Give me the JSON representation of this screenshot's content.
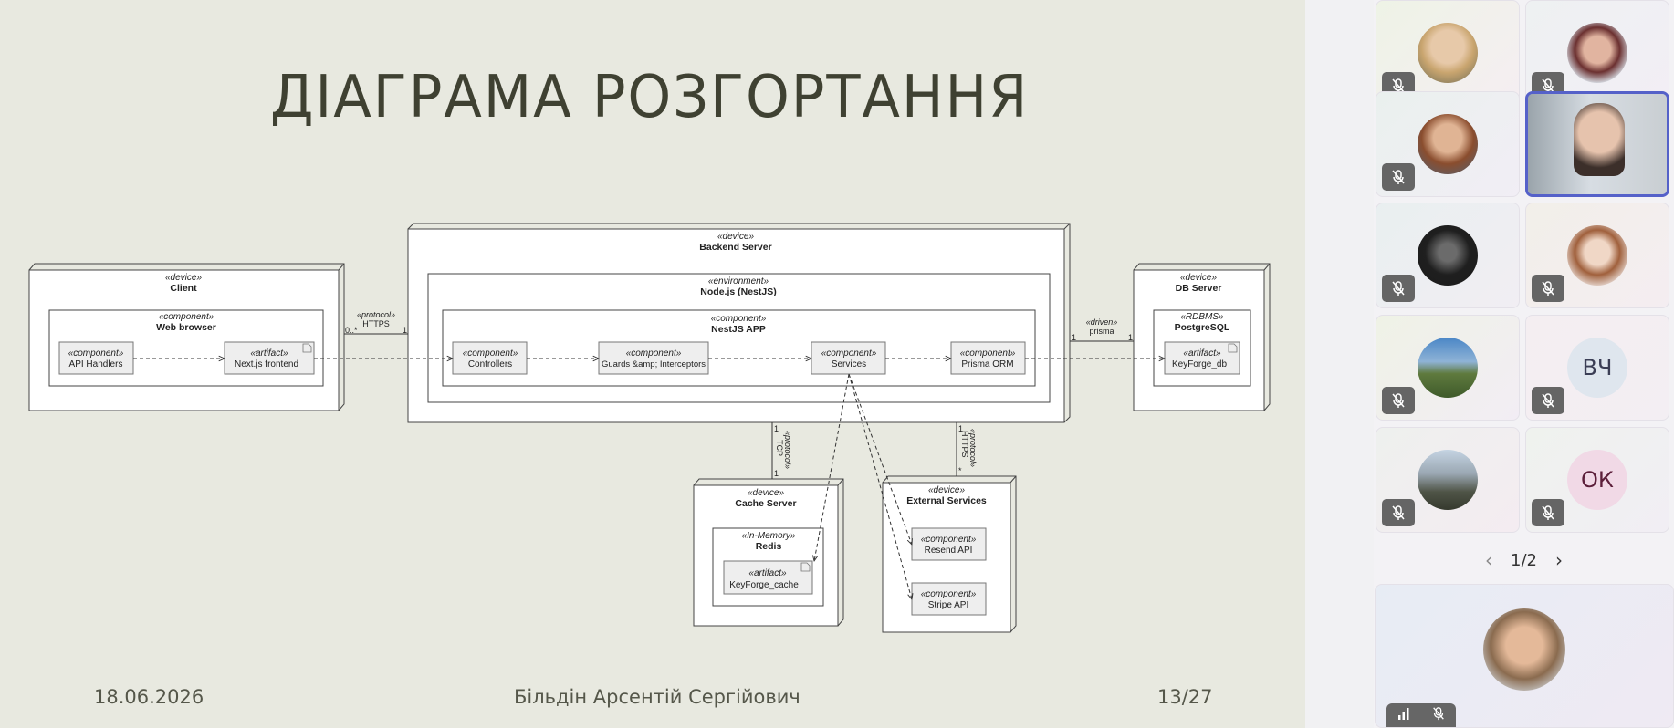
{
  "slide": {
    "title": "ДІАГРАМА РОЗГОРТАННЯ",
    "footer": {
      "date": "18.06.2026",
      "author": "Більдін Арсентій Сергійович",
      "page": "13/27"
    }
  },
  "diagram": {
    "client": {
      "stereo": "«device»",
      "name": "Client"
    },
    "web_browser": {
      "stereo": "«component»",
      "name": "Web browser"
    },
    "api_handlers": {
      "stereo": "«component»",
      "name": "API Handlers"
    },
    "nextjs": {
      "stereo": "«artifact»",
      "name": "Next.js frontend"
    },
    "backend": {
      "stereo": "«device»",
      "name": "Backend Server"
    },
    "nodejs": {
      "stereo": "«environment»",
      "name": "Node.js (NestJS)"
    },
    "nestjs_app": {
      "stereo": "«component»",
      "name": "NestJS APP"
    },
    "controllers": {
      "stereo": "«component»",
      "name": "Controllers"
    },
    "guards": {
      "stereo": "«component»",
      "name": "Guards &amp; Interceptors"
    },
    "services": {
      "stereo": "«component»",
      "name": "Services"
    },
    "prisma": {
      "stereo": "«component»",
      "name": "Prisma ORM"
    },
    "db_server": {
      "stereo": "«device»",
      "name": "DB Server"
    },
    "postgres": {
      "stereo": "«RDBMS»",
      "name": "PostgreSQL"
    },
    "keyforge_db": {
      "stereo": "«artifact»",
      "name": "KeyForge_db"
    },
    "cache_server": {
      "stereo": "«device»",
      "name": "Cache Server"
    },
    "redis": {
      "stereo": "«In-Memory»",
      "name": "Redis"
    },
    "keyforge_cache": {
      "stereo": "«artifact»",
      "name": "KeyForge_cache"
    },
    "external": {
      "stereo": "«device»",
      "name": "External Services"
    },
    "resend": {
      "stereo": "«component»",
      "name": "Resend API"
    },
    "stripe": {
      "stereo": "«component»",
      "name": "Stripe API"
    },
    "link_client_backend": {
      "stereo": "«protocol»",
      "name": "HTTPS",
      "mult_left": "0..*",
      "mult_right": "1"
    },
    "link_backend_db": {
      "stereo": "«driven»",
      "name": "prisma",
      "mult_left": "1",
      "mult_right": "1"
    },
    "link_backend_cache": {
      "stereo": "«protocol»",
      "name": "TCP",
      "mult_top": "1",
      "mult_bottom": "1"
    },
    "link_backend_external": {
      "stereo": "«protocol»",
      "name": "HTTPS",
      "mult_top": "1",
      "mult_bottom": "*"
    }
  },
  "participants": {
    "initials": [
      "ВЧ",
      "ОК"
    ],
    "pager": {
      "text": "1/2",
      "prev_icon": "chevron-left-icon",
      "next_icon": "chevron-right-icon"
    },
    "active_border_color": "#5561c9"
  }
}
